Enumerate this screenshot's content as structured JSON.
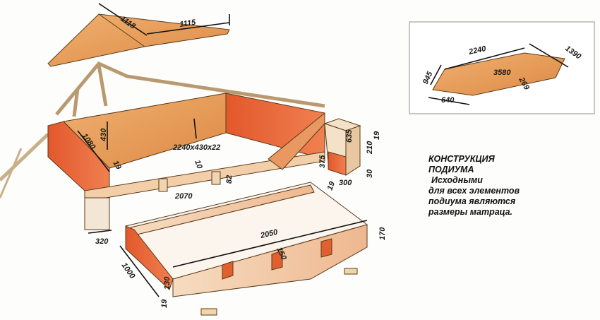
{
  "caption": {
    "title_line1": "КОНСТРУКЦИЯ",
    "title_line2": "ПОДИУМА",
    "body_line1": "Исходными",
    "body_line2": "для всех элементов",
    "body_line3": "подиума являются",
    "body_line4": "размеры матраца."
  },
  "top_board": {
    "d1": "1118",
    "d2": "1115"
  },
  "frame": {
    "back_panel": "2240x430x22",
    "h430": "430",
    "d1080": "1080",
    "t19": "19",
    "t10": "10",
    "h82": "82",
    "w2070": "2070",
    "w320": "320"
  },
  "step": {
    "d635": "635",
    "h375": "375",
    "t19a": "19",
    "h210": "210",
    "t19b": "19",
    "t30": "30",
    "w300": "300"
  },
  "drawer": {
    "w2050": "2050",
    "h170": "170",
    "d150": "150",
    "d1000": "1000",
    "h130": "130",
    "t19": "19"
  },
  "inset": {
    "d2240": "2240",
    "d1390": "1390",
    "d945": "945",
    "d3580": "3580",
    "d269": "269",
    "d640": "640"
  },
  "colors": {
    "wood_light": "#e8a060",
    "wood_red": "#e0552a",
    "wood_pale": "#f3d3b0",
    "frame_border": "#c8c8c8"
  }
}
